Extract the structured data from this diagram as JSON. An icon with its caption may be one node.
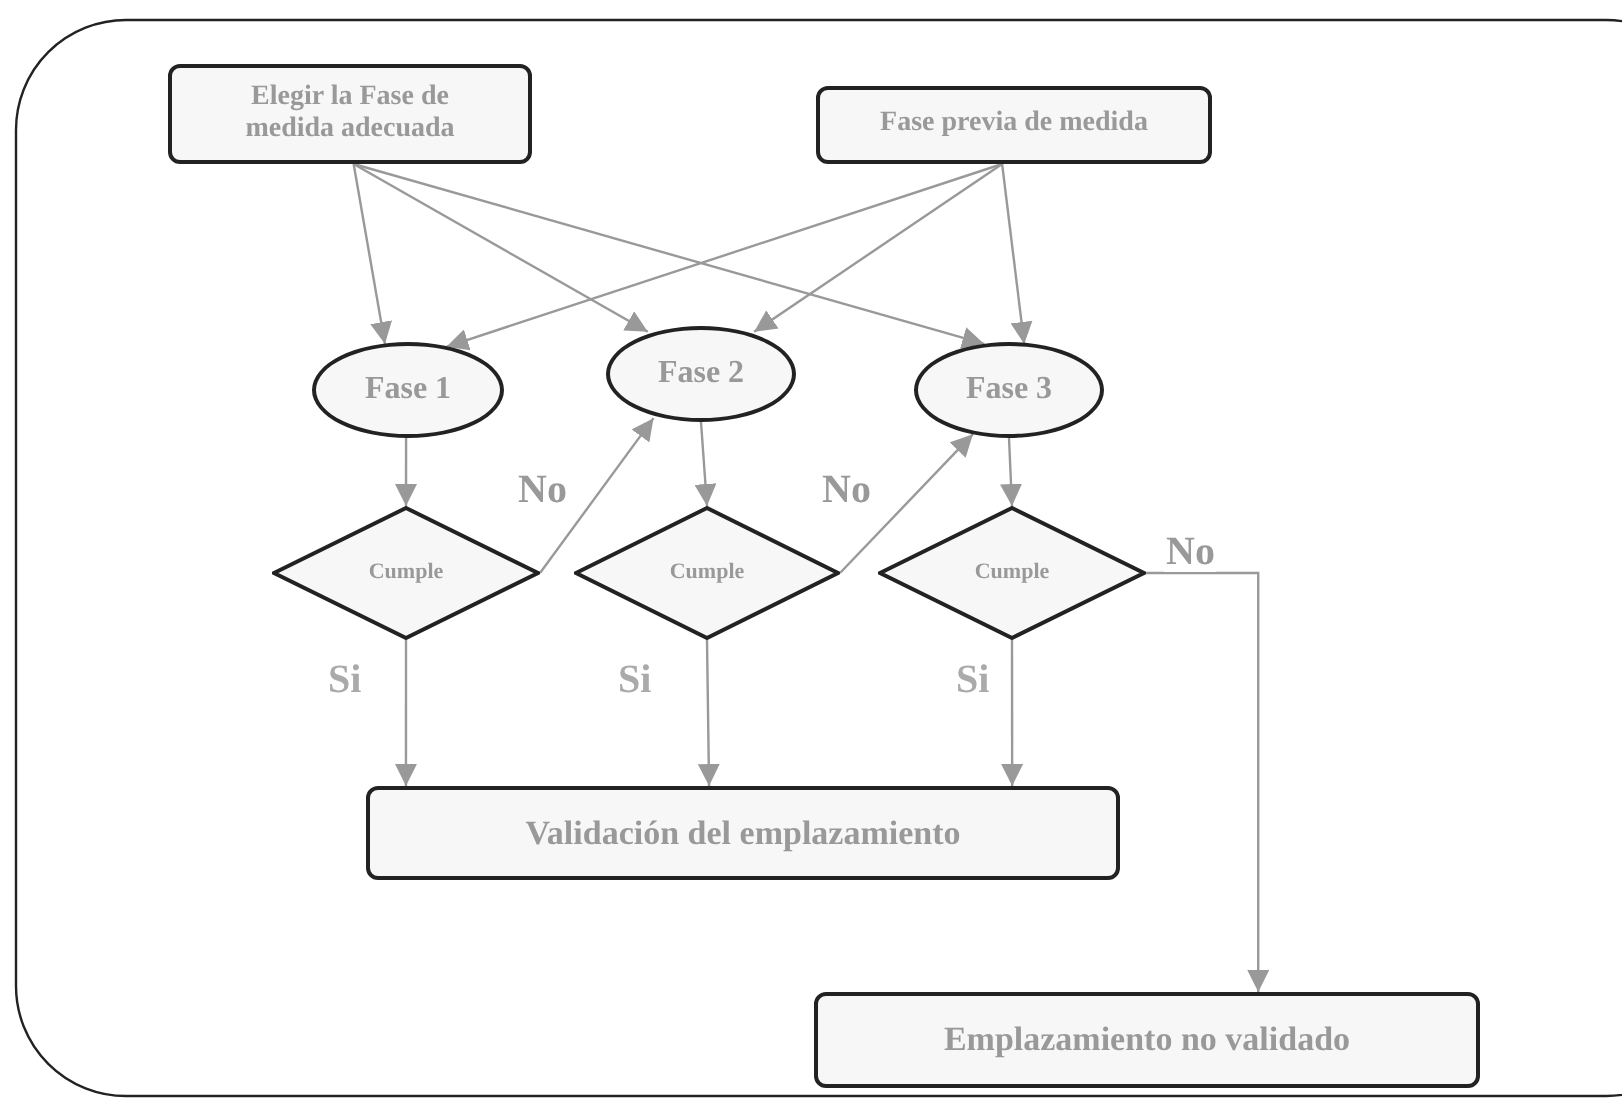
{
  "diagram": {
    "nodes": [
      {
        "text": [
          "Elegir la Fase de medida adecuada"
        ]
      },
      {
        "text": [
          "Fase previa de medida"
        ]
      },
      {
        "text": [
          "Fase 1"
        ]
      },
      {
        "text": [
          "Fase 2"
        ]
      },
      {
        "text": [
          "Fase 3"
        ]
      },
      {
        "text": [
          "Cumple"
        ]
      },
      {
        "text": [
          "Cumple"
        ]
      },
      {
        "text": [
          "Cumple"
        ]
      },
      {
        "text": [
          "Validación del emplazamiento"
        ]
      },
      {
        "text": [
          "Emplazamiento no validado"
        ]
      }
    ],
    "edges": [
      {
        "from": 0,
        "to": 2,
        "arrow": "to"
      },
      {
        "from": 0,
        "to": 3,
        "arrow": "to"
      },
      {
        "from": 0,
        "to": 4,
        "arrow": "to"
      },
      {
        "from": 1,
        "to": 2,
        "arrow": "to"
      },
      {
        "from": 1,
        "to": 3,
        "arrow": "to"
      },
      {
        "from": 1,
        "to": 4,
        "arrow": "to"
      },
      {
        "from": 2,
        "to": 5,
        "arrow": "to"
      },
      {
        "from": 3,
        "to": 6,
        "arrow": "to"
      },
      {
        "from": 4,
        "to": 7,
        "arrow": "to"
      },
      {
        "from": 5,
        "to": 3,
        "arrow": "to",
        "label": "No"
      },
      {
        "from": 6,
        "to": 4,
        "arrow": "to",
        "label": "No"
      },
      {
        "from": 7,
        "to": 9,
        "arrow": "to",
        "label": "No"
      },
      {
        "from": 5,
        "to": 8,
        "arrow": "to",
        "label": "Si"
      },
      {
        "from": 6,
        "to": 8,
        "arrow": "to",
        "label": "Si"
      },
      {
        "from": 7,
        "to": 8,
        "arrow": "to",
        "label": "Si"
      }
    ]
  }
}
